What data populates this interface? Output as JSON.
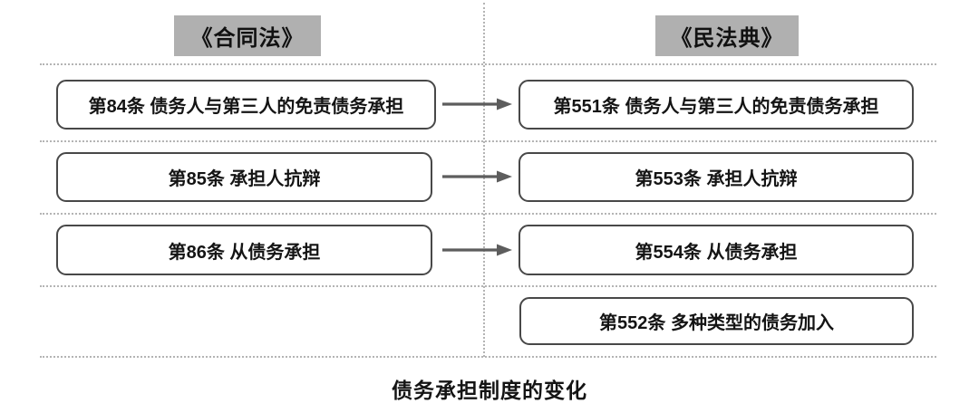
{
  "headers": {
    "left": "《合同法》",
    "right": "《民法典》"
  },
  "rows": [
    {
      "left": "第84条 债务人与第三人的免责债务承担",
      "right": "第551条 债务人与第三人的免责债务承担",
      "has_arrow": true
    },
    {
      "left": "第85条 承担人抗辩",
      "right": "第553条 承担人抗辩",
      "has_arrow": true
    },
    {
      "left": "第86条 从债务承担",
      "right": "第554条 从债务承担",
      "has_arrow": true
    },
    {
      "left": "",
      "right": "第552条 多种类型的债务加入",
      "has_arrow": false
    }
  ],
  "caption": "债务承担制度的变化",
  "colors": {
    "header_bg": "#b0b0b0",
    "box_border": "#484848",
    "arrow": "#5d5d5d",
    "grid_line": "#b4b4b4",
    "text": "#141414",
    "background": "#ffffff"
  }
}
